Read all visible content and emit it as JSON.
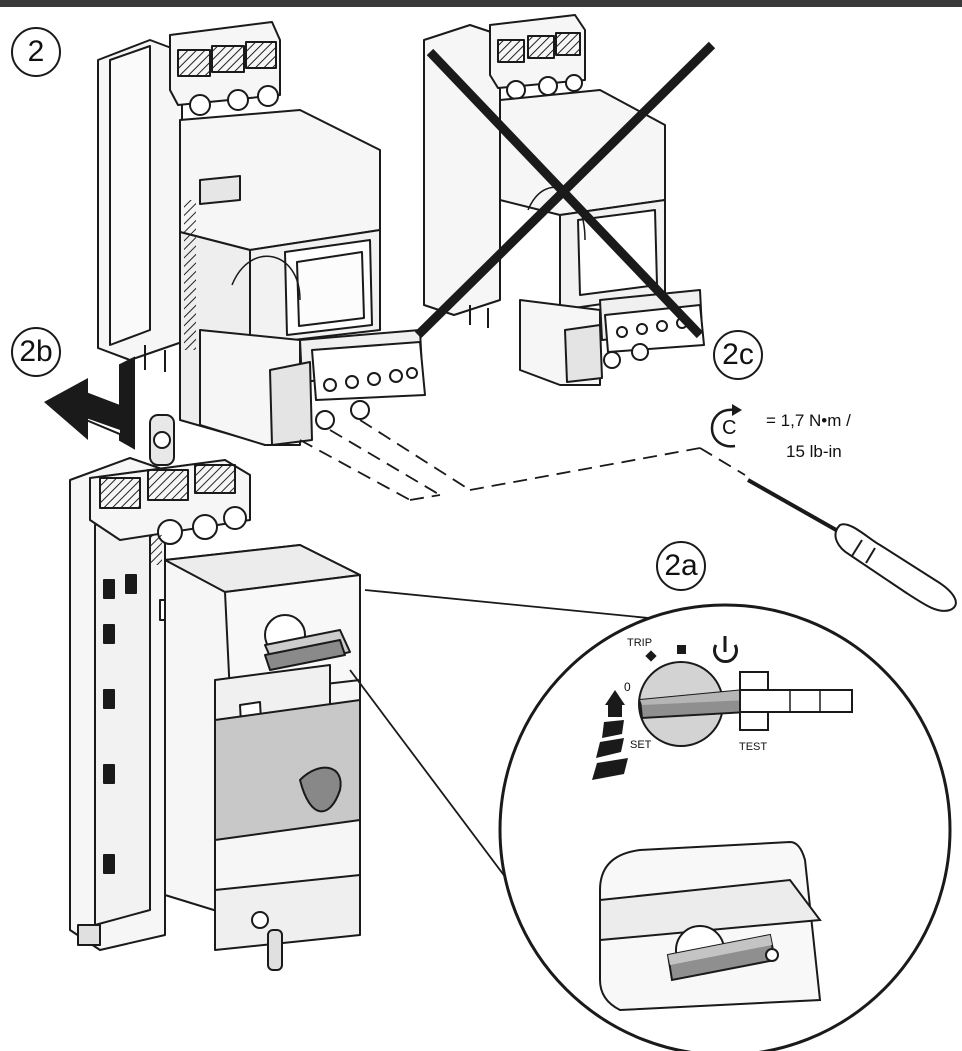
{
  "steps": {
    "main": "2",
    "remove": "2b",
    "torque": "2c",
    "rotate": "2a"
  },
  "torque": {
    "value_metric": "= 1,7 N•m /",
    "value_imperial": "15 lb-in",
    "tool_symbol": "C"
  },
  "dial": {
    "trip": "TRIP",
    "zero": "0",
    "set": "SET",
    "test": "TEST",
    "power_symbol": "⏻"
  },
  "colors": {
    "line": "#1a1a1a",
    "fill_light": "#f4f4f4",
    "fill_mid": "#d6d6d6",
    "fill_dark": "#8a8a8a",
    "cross": "#1a1a1a"
  },
  "icons": {
    "rotation": "clockwise-arrow-icon",
    "power": "power-icon",
    "stop": "square-stop-icon"
  }
}
